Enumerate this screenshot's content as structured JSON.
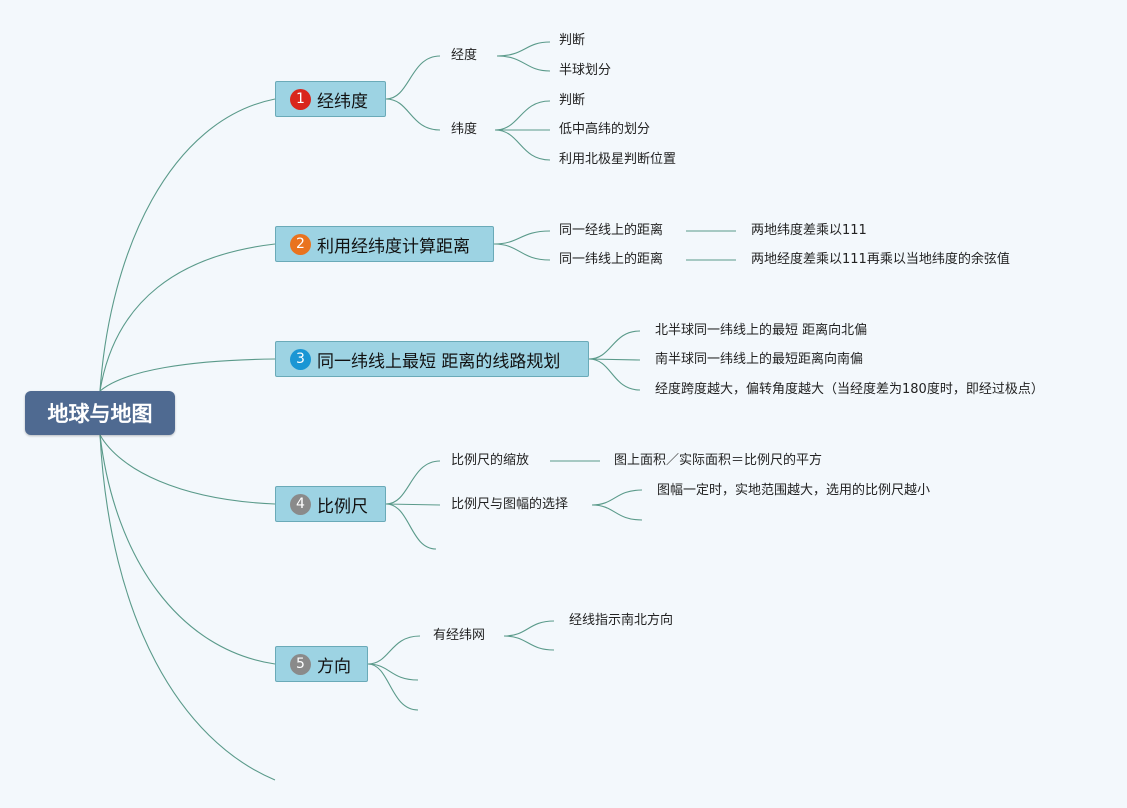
{
  "root": "地球与地图",
  "colors": {
    "background": "#f3f8fc",
    "root_fill": "#4f6a91",
    "topic_fill": "#9dd3e3",
    "line": "#5a9a8a",
    "badge_1": "#d9261c",
    "badge_2": "#e9731f",
    "badge_3": "#1a96d4",
    "badge_4": "#8a8a8a",
    "badge_5": "#8a8a8a"
  },
  "topics": [
    {
      "number": "1",
      "label": "经纬度",
      "children": [
        {
          "label": "经度",
          "children": [
            "判断",
            "半球划分"
          ]
        },
        {
          "label": "纬度",
          "children": [
            "判断",
            "低中高纬的划分",
            "利用北极星判断位置"
          ]
        }
      ]
    },
    {
      "number": "2",
      "label": "利用经纬度计算距离",
      "children": [
        {
          "label": "同一经线上的距离",
          "note": "两地纬度差乘以111"
        },
        {
          "label": "同一纬线上的距离",
          "note": "两地经度差乘以111再乘以当地纬度的余弦值"
        }
      ]
    },
    {
      "number": "3",
      "label": "同一纬线上最短 距离的线路规划",
      "children": [
        "北半球同一纬线上的最短 距离向北偏",
        "南半球同一纬线上的最短距离向南偏",
        "经度跨度越大，偏转角度越大（当经度差为180度时，即经过极点）"
      ]
    },
    {
      "number": "4",
      "label": "比例尺",
      "children": [
        {
          "label": "比例尺的缩放",
          "note": "图上面积／实际面积＝比例尺的平方"
        },
        {
          "label": "比例尺与图幅的选择",
          "children": [
            "图幅一定时，实地范围越大，选用的比例尺越小",
            ""
          ]
        },
        {
          "label": ""
        }
      ]
    },
    {
      "number": "5",
      "label": "方向",
      "children": [
        {
          "label": "有经纬网",
          "children": [
            "经线指示南北方向",
            ""
          ]
        },
        {
          "label": ""
        },
        {
          "label": ""
        }
      ]
    }
  ]
}
